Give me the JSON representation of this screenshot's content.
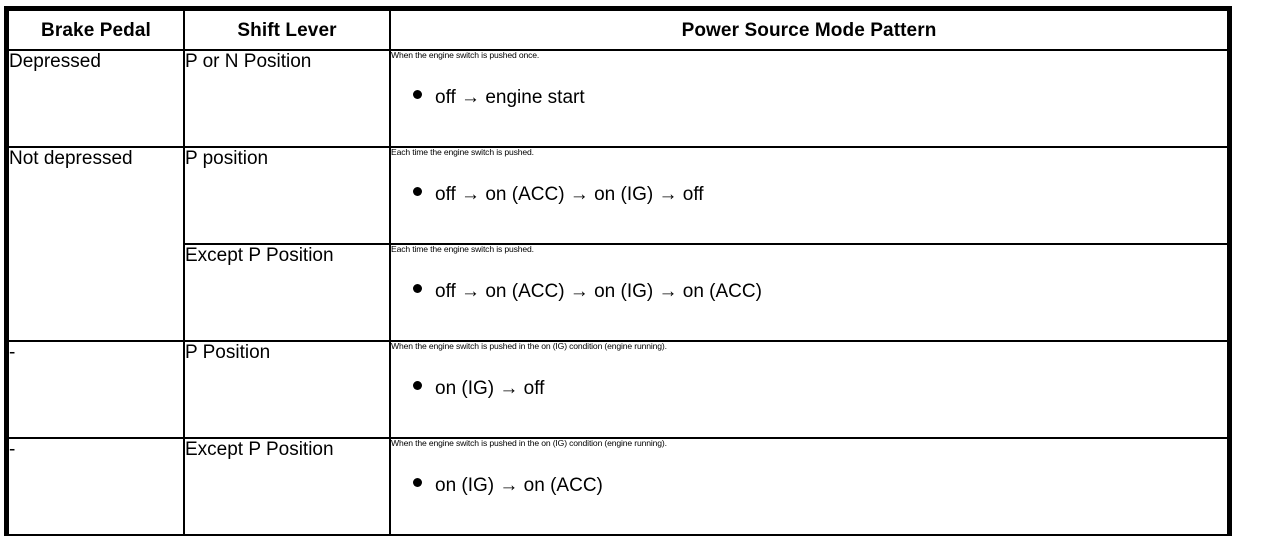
{
  "table": {
    "headers": [
      {
        "label": "Brake Pedal"
      },
      {
        "label": "Shift Lever"
      },
      {
        "label": "Power Source Mode Pattern"
      }
    ],
    "rows": [
      {
        "brake_pedal": "Depressed",
        "shift_lever": "P or N Position",
        "pattern_lead": "When the engine switch is pushed once.",
        "pattern_bullet": "off → engine start"
      },
      {
        "brake_pedal": "Not depressed",
        "shift_lever": "P position",
        "pattern_lead": "Each time the engine switch is pushed.",
        "pattern_bullet": "off → on (ACC) → on (IG) → off"
      },
      {
        "brake_pedal": "",
        "shift_lever": "Except P Position",
        "pattern_lead": "Each time the engine switch is pushed.",
        "pattern_bullet": "off → on (ACC) → on (IG) → on (ACC)"
      },
      {
        "brake_pedal": "-",
        "shift_lever": "P Position",
        "pattern_lead": "When the engine switch is pushed in the on (IG) condition (engine running).",
        "pattern_bullet": "on (IG) → off"
      },
      {
        "brake_pedal": "-",
        "shift_lever": "Except P Position",
        "pattern_lead": "When the engine switch is pushed in the on (IG) condition (engine running).",
        "pattern_bullet": "on (IG) → on (ACC)"
      }
    ],
    "colors": {
      "border": "#000000",
      "text": "#000000",
      "background": "#ffffff"
    }
  }
}
